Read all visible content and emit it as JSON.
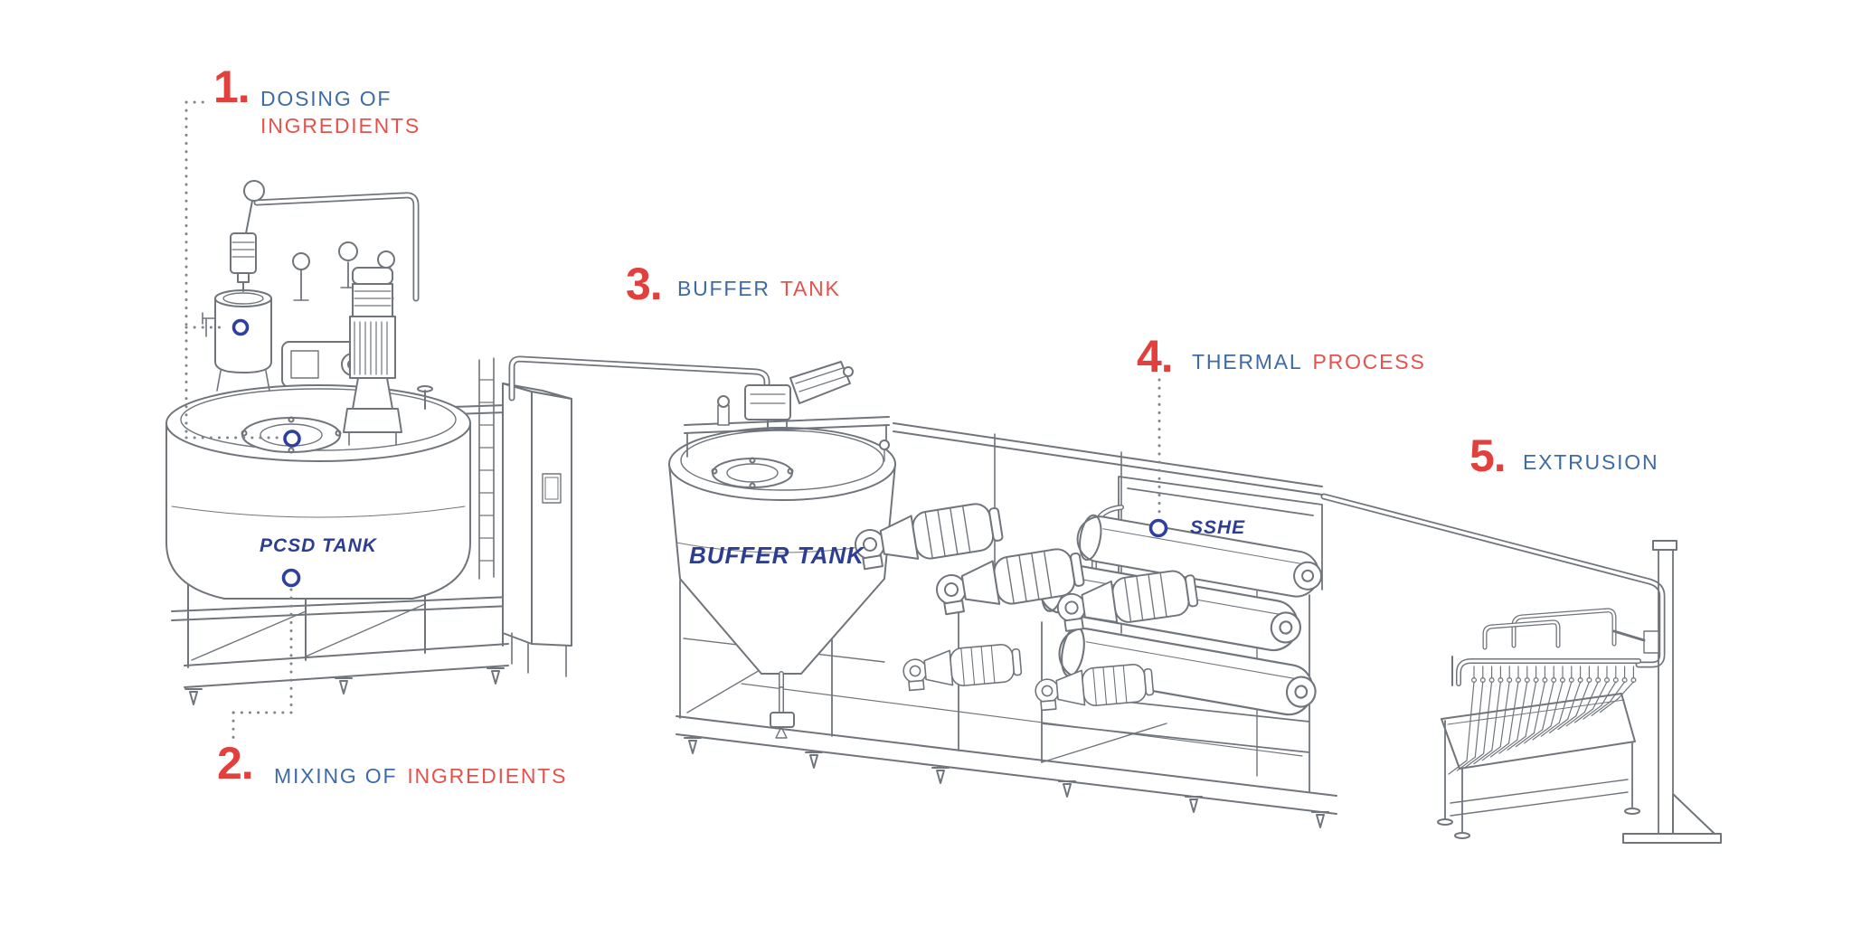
{
  "steps": [
    {
      "number": "1.",
      "text_blue": "DOSING OF",
      "text_red": "INGREDIENTS"
    },
    {
      "number": "2.",
      "text_blue": "MIXING OF",
      "text_red": "INGREDIENTS"
    },
    {
      "number": "3.",
      "text_blue": "BUFFER",
      "text_red": "TANK"
    },
    {
      "number": "4.",
      "text_blue": "THERMAL",
      "text_red": "PROCESS"
    },
    {
      "number": "5.",
      "text_blue": "EXTRUSION",
      "text_red": ""
    }
  ],
  "equipment": [
    {
      "label": "PCSD TANK"
    },
    {
      "label": "BUFFER TANK"
    },
    {
      "label": "SSHE"
    }
  ],
  "colors": {
    "step_number_red": "#e2403c",
    "label_blue": "#3e6ba6",
    "label_red": "#e5524d",
    "equipment_navy": "#2d3e91",
    "marker_ring_blue": "#2e3f9e",
    "line_art_gray": "#70757c",
    "leader_dots_gray": "#80868d",
    "background": "#ffffff"
  }
}
